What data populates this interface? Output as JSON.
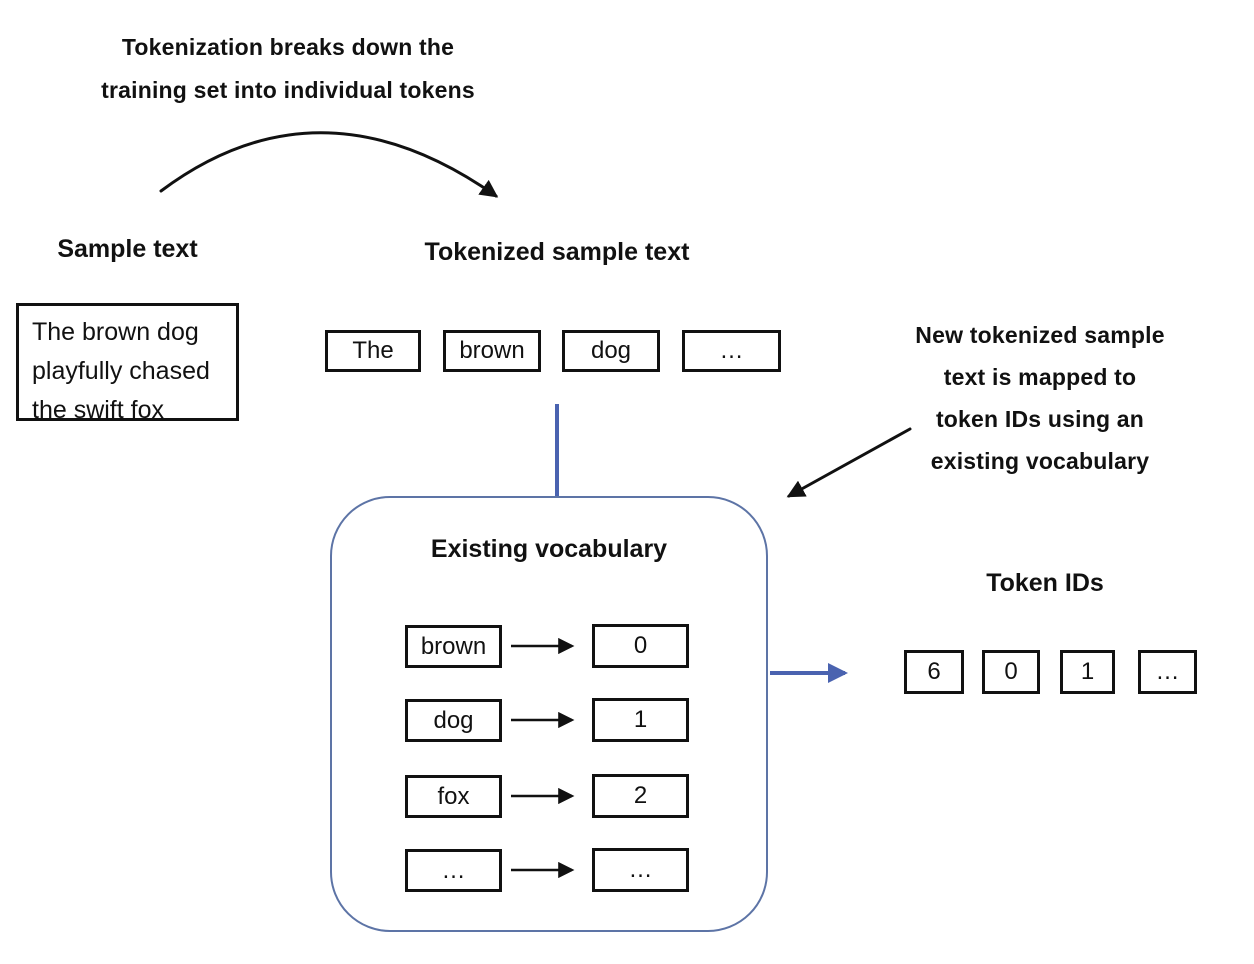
{
  "colors": {
    "accent_blue": "#4a63b0",
    "rounded_border_blue": "#5d74a6",
    "line_black": "#111111"
  },
  "annotations": {
    "top": {
      "line1": "Tokenization breaks down the",
      "line2": "training set into individual tokens"
    },
    "right": {
      "line1": "New tokenized sample",
      "line2": "text is mapped to",
      "line3": "token IDs using an",
      "line4": "existing vocabulary"
    }
  },
  "sample": {
    "heading": "Sample text",
    "line1": "The brown dog",
    "line2": "playfully chased",
    "line3": "the swift fox"
  },
  "tokenized": {
    "heading": "Tokenized sample text",
    "tokens": [
      "The",
      "brown",
      "dog",
      "…"
    ]
  },
  "vocabulary": {
    "heading": "Existing vocabulary",
    "rows": [
      {
        "word": "brown",
        "id": "0"
      },
      {
        "word": "dog",
        "id": "1"
      },
      {
        "word": "fox",
        "id": "2"
      },
      {
        "word": "…",
        "id": "…"
      }
    ]
  },
  "token_ids": {
    "heading": "Token IDs",
    "ids": [
      "6",
      "0",
      "1",
      "…"
    ]
  }
}
